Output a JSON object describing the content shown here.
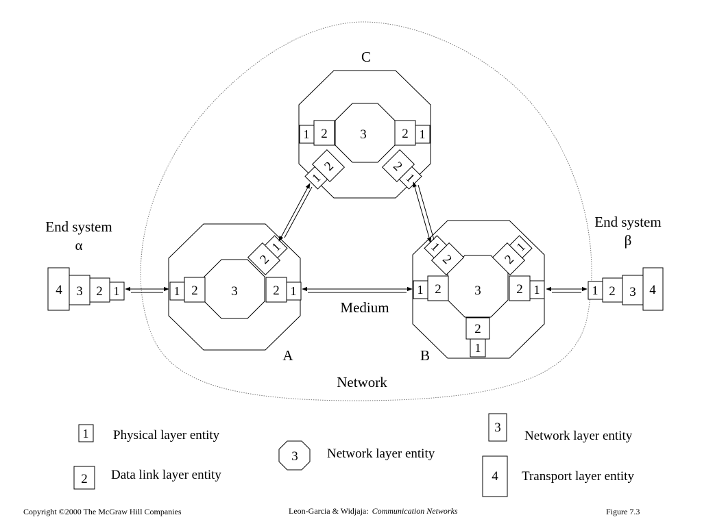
{
  "nodes": {
    "a": {
      "label": "A",
      "network": "3"
    },
    "b": {
      "label": "B",
      "network": "3"
    },
    "c": {
      "label": "C",
      "network": "3"
    }
  },
  "layers": {
    "physical": "1",
    "datalink": "2",
    "network": "3",
    "transport": "4"
  },
  "end_systems": {
    "alpha": {
      "title": "End system",
      "symbol": "α"
    },
    "beta": {
      "title": "End system",
      "symbol": "β"
    }
  },
  "labels": {
    "medium": "Medium",
    "network": "Network"
  },
  "legend": {
    "physical": "Physical layer entity",
    "datalink": "Data link layer entity",
    "network_router": "Network layer entity",
    "network_end": "Network layer entity",
    "transport": "Transport layer entity"
  },
  "footer": {
    "copyright": "Copyright ©2000 The McGraw Hill Companies",
    "authors": "Leon-Garcia & Widjaja:",
    "book": "Communication Networks",
    "figure": "Figure 7.3"
  }
}
